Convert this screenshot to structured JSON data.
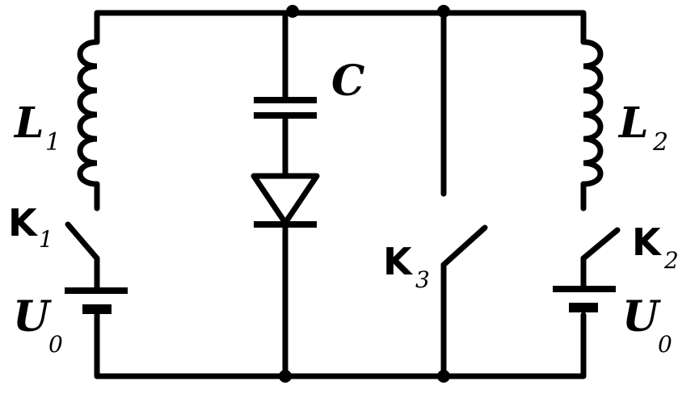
{
  "labels": {
    "inductor_left": {
      "main": "L",
      "sub": "1"
    },
    "inductor_right": {
      "main": "L",
      "sub": "2"
    },
    "capacitor": "C",
    "switch_1": {
      "main": "K",
      "sub": "1"
    },
    "switch_2": {
      "main": "K",
      "sub": "2"
    },
    "switch_3": {
      "main": "K",
      "sub": "3"
    },
    "source_left": {
      "main": "U",
      "sub": "0"
    },
    "source_right": {
      "main": "U",
      "sub": "0"
    }
  }
}
